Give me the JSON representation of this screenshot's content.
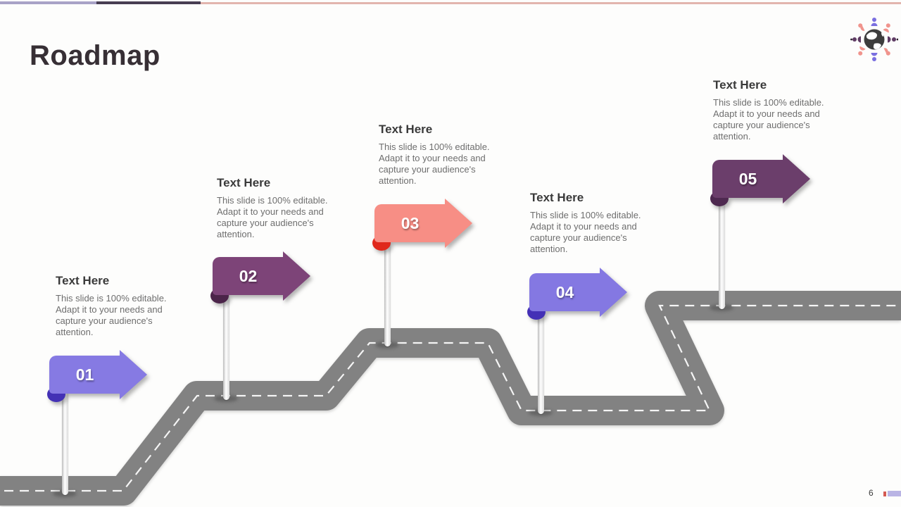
{
  "slide": {
    "title": "Roadmap",
    "background_color": "#fdfdfc"
  },
  "header_bar": {
    "segment1_color": "#a8a2c7",
    "segment2_color": "#483d52",
    "segment3_color": "#e2b5ae"
  },
  "logo": {
    "name": "globe-with-people-logo",
    "globe_color": "#3d3d3d",
    "land_color": "#ffffff",
    "person_colors": {
      "n": "#7a6fe0",
      "ne": "#f0948d",
      "e": "#5f3c64",
      "se": "#f0948d",
      "s": "#7a6fe0",
      "sw": "#f0948d",
      "w": "#5f3c64",
      "nw": "#f0948d"
    }
  },
  "road": {
    "asphalt_color": "#828282",
    "centerline_color": "#ffffff"
  },
  "milestones": [
    {
      "number": "01",
      "heading": "Text Here",
      "description": "This slide is 100% editable. Adapt it to your needs and capture your audience's attention.",
      "sign_color": "#867ae3",
      "curl_color": "#4331b5"
    },
    {
      "number": "02",
      "heading": "Text Here",
      "description": "This slide is 100% editable. Adapt it to your needs and capture your audience's attention.",
      "sign_color": "#7d4478",
      "curl_color": "#4b2449"
    },
    {
      "number": "03",
      "heading": "Text Here",
      "description": "This slide is 100% editable. Adapt it to your needs and capture your audience's attention.",
      "sign_color": "#f78e85",
      "curl_color": "#e0281c"
    },
    {
      "number": "04",
      "heading": "Text Here",
      "description": "This slide is 100% editable. Adapt it to your needs and capture your audience's attention.",
      "sign_color": "#8478e2",
      "curl_color": "#4430b6"
    },
    {
      "number": "05",
      "heading": "Text Here",
      "description": "This slide is 100% editable. Adapt it to your needs and capture your audience's attention.",
      "sign_color": "#6b3e6b",
      "curl_color": "#4e2950"
    }
  ],
  "footer": {
    "page_number": "6",
    "red_mark_color": "#d45a52",
    "bar_color": "#b9b4e4"
  }
}
